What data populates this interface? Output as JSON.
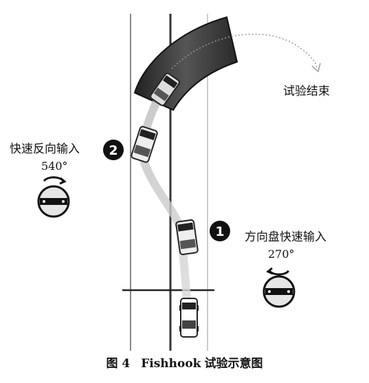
{
  "labels": {
    "end": "试验结束",
    "step2": "快速反向输入",
    "step1": "方向盘快速输入",
    "deg2": "540°",
    "deg1": "270°",
    "badge2": "2",
    "badge1": "1"
  },
  "caption": {
    "fig": "图 4",
    "name": "Fishhook",
    "text": "试验示意图"
  }
}
